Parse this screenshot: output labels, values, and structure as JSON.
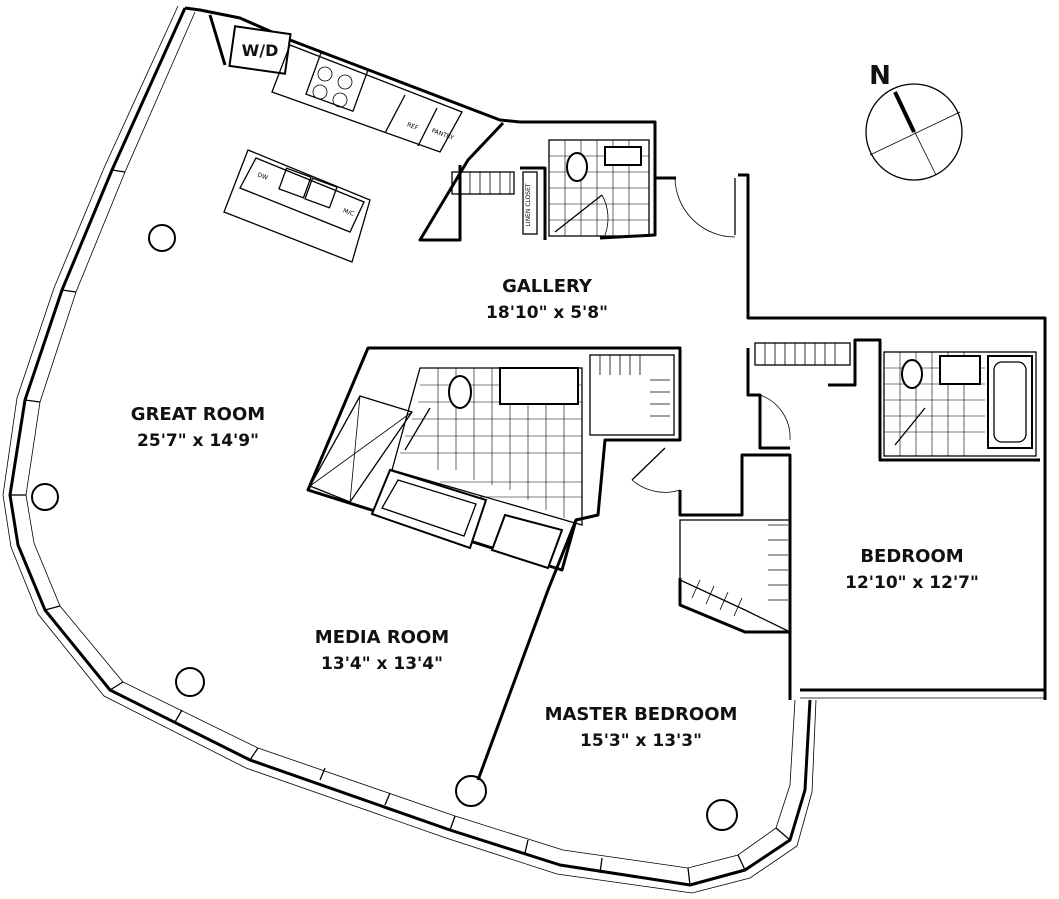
{
  "rooms": {
    "great_room": {
      "name": "GREAT ROOM",
      "size": "25'7\" x 14'9\""
    },
    "gallery": {
      "name": "GALLERY",
      "size": "18'10\" x 5'8\""
    },
    "media_room": {
      "name": "MEDIA ROOM",
      "size": "13'4\" x 13'4\""
    },
    "master_bedroom": {
      "name": "MASTER BEDROOM",
      "size": "15'3\" x 13'3\""
    },
    "bedroom": {
      "name": "BEDROOM",
      "size": "12'10\" x 12'7\""
    }
  },
  "fixtures": {
    "washer_dryer": "W/D",
    "dishwasher": "DW",
    "refrigerator": "REF",
    "pantry": "PANTRY",
    "microwave": "M/C",
    "linen_closet": "LINEN CLOSET"
  },
  "compass": {
    "label": "N"
  }
}
